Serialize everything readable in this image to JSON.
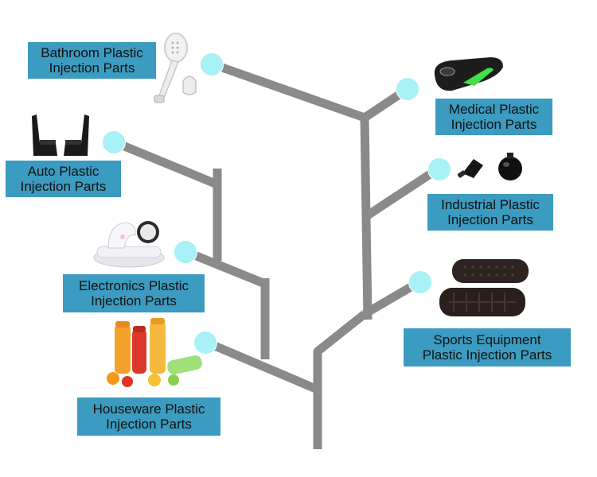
{
  "diagram": {
    "categories": [
      {
        "id": "bathroom",
        "line1": "Bathroom Plastic",
        "line2": "Injection Parts",
        "icon": "shower-head-icon"
      },
      {
        "id": "medical",
        "line1": "Medical Plastic",
        "line2": "Injection Parts",
        "icon": "medical-scanner-icon"
      },
      {
        "id": "auto",
        "line1": "Auto Plastic",
        "line2": "Injection Parts",
        "icon": "car-mudflap-icon"
      },
      {
        "id": "industrial",
        "line1": "Industrial Plastic",
        "line2": "Injection Parts",
        "icon": "industrial-knob-icon"
      },
      {
        "id": "electronics",
        "line1": "Electronics Plastic",
        "line2": "Injection Parts",
        "icon": "robot-vacuum-icon"
      },
      {
        "id": "sports",
        "line1": "Sports Equipment",
        "line2": "Plastic Injection Parts",
        "icon": "grip-pad-icon"
      },
      {
        "id": "houseware",
        "line1": "Houseware Plastic",
        "line2": "Injection Parts",
        "icon": "water-bottle-icon"
      }
    ],
    "colors": {
      "branch": "#8a8a8a",
      "node": "#a8f1f7",
      "label_background": "#3b9bc0",
      "label_text": "#111111"
    }
  }
}
